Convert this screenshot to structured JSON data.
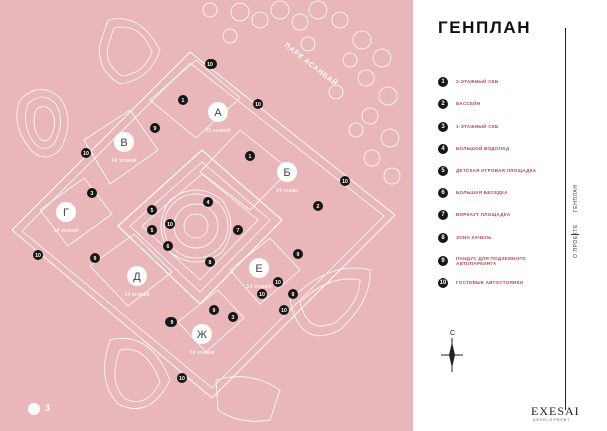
{
  "title": "ГЕНПЛАН",
  "side_label": {
    "project": "О ПРОЕКТЕ",
    "plan": "ГЕНПЛАН"
  },
  "legend": [
    {
      "num": "1",
      "text": "2-ЭТАЖНЫЙ СКБ"
    },
    {
      "num": "2",
      "text": "БАССЕЙН"
    },
    {
      "num": "3",
      "text": "1-ЭТАЖНЫЙ СКБ"
    },
    {
      "num": "4",
      "text": "БОЛЬШОЙ ВОДОПАД"
    },
    {
      "num": "5",
      "text": "ДЕТСКАЯ ИГРОВАЯ ПЛОЩАДКА"
    },
    {
      "num": "6",
      "text": "БОЛЬШАЯ БЕСЕДКА"
    },
    {
      "num": "7",
      "text": "ВОРКАУТ ПЛОЩАДКА"
    },
    {
      "num": "8",
      "text": "ЗОНА КАЧЕЛЬ"
    },
    {
      "num": "9",
      "text": "ПАНДУС ДЛЯ ПОДЗЕМНОГО АВТОПАРКИНГА"
    },
    {
      "num": "10",
      "text": "ГОСТЕВЫЕ АВТОСТОЯНКИ"
    }
  ],
  "compass": {
    "north": "С"
  },
  "brand": {
    "name": "EXESAI",
    "sub": "DEVELOPMENT"
  },
  "page_number": "3",
  "park_label": "ПАРК АСАНБАЙ",
  "buildings": [
    {
      "letter": "А",
      "floors": "25 этажей"
    },
    {
      "letter": "Б",
      "floors": "24 этажа"
    },
    {
      "letter": "В",
      "floors": "14 этажей"
    },
    {
      "letter": "Г",
      "floors": "14 этажей"
    },
    {
      "letter": "Д",
      "floors": "14 этажей"
    },
    {
      "letter": "Е",
      "floors": "14 этажей"
    },
    {
      "letter": "Ж",
      "floors": "14 этажей"
    }
  ],
  "markers": [
    {
      "num": "10"
    },
    {
      "num": "1"
    },
    {
      "num": "9"
    },
    {
      "num": "10"
    },
    {
      "num": "1"
    },
    {
      "num": "10"
    },
    {
      "num": "10"
    },
    {
      "num": "2"
    },
    {
      "num": "10"
    },
    {
      "num": "9"
    },
    {
      "num": "3"
    },
    {
      "num": "10"
    },
    {
      "num": "5"
    },
    {
      "num": "4"
    },
    {
      "num": "5"
    },
    {
      "num": "7"
    },
    {
      "num": "6"
    },
    {
      "num": "8"
    },
    {
      "num": "9"
    },
    {
      "num": "10"
    },
    {
      "num": "9"
    },
    {
      "num": "9"
    },
    {
      "num": "10"
    },
    {
      "num": "9"
    },
    {
      "num": "3"
    },
    {
      "num": "10"
    },
    {
      "num": "9"
    },
    {
      "num": "10"
    },
    {
      "num": "10"
    }
  ],
  "colors": {
    "background": "#e9b7b9",
    "lines": "#ffffff",
    "markers": "#161616",
    "legend_text": "#b44a52"
  }
}
